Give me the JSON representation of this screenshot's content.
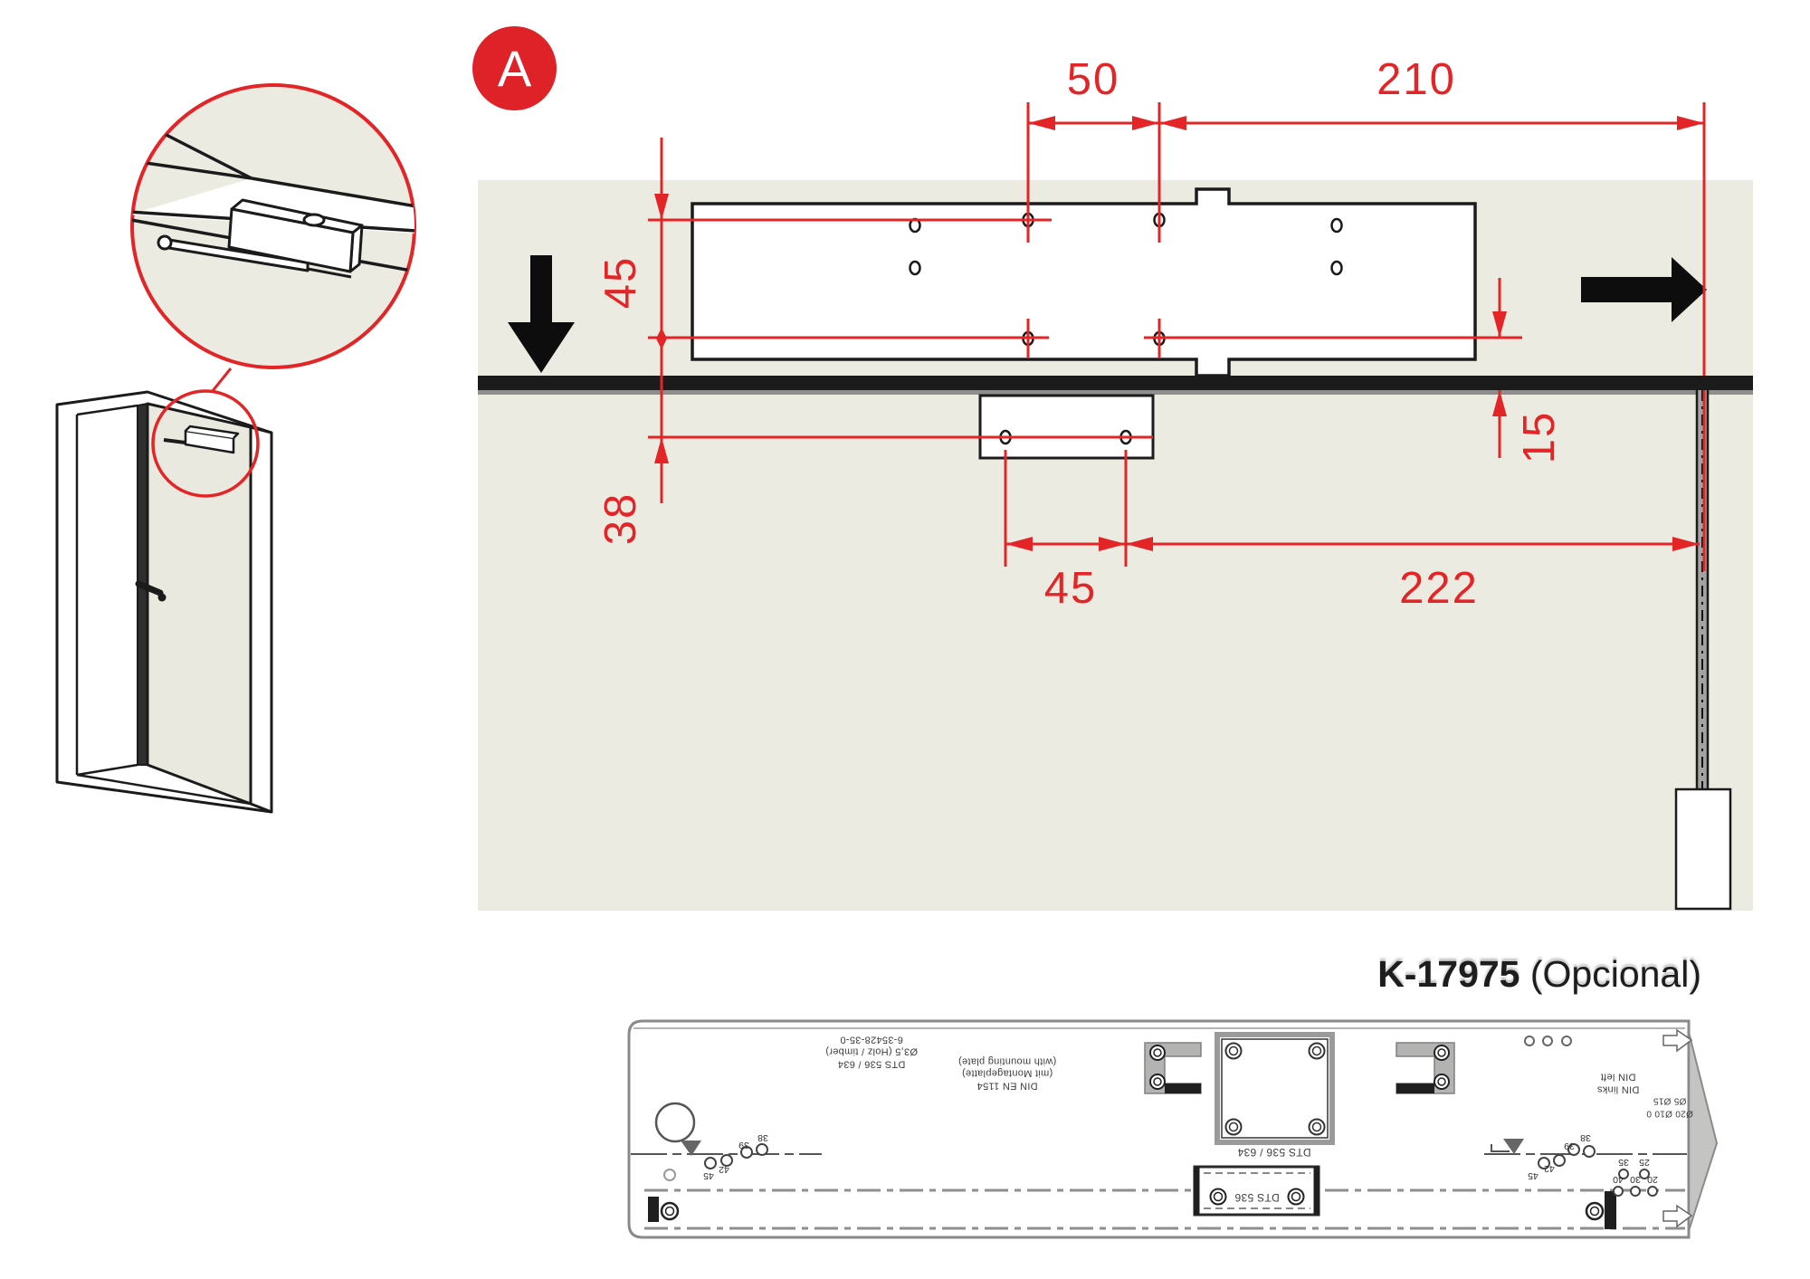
{
  "badge": {
    "label": "A"
  },
  "dimensions": {
    "top_small": "50",
    "top_large": "210",
    "left_upper": "45",
    "left_lower": "38",
    "bottom_small": "45",
    "bottom_large": "222",
    "right_offset": "15"
  },
  "template": {
    "title_bold": "K-17975",
    "title_rest": " (Opcional)",
    "part_block": [
      "DTS 536 / 634",
      "Ø3,5 (Holz / timber)",
      "6-35428-35-0"
    ],
    "din_block": [
      "DIN EN 1154",
      "(mit Montageplatte)",
      "(with mounting plate)"
    ],
    "square_label": "DTS 536 / 634",
    "slot_label": "DTS 536",
    "din_side": [
      "DIN links",
      "DIN left"
    ],
    "scale_block": [
      "Ø20 Ø10 0",
      "Ø5 Ø15"
    ],
    "sizes_left": [
      "38",
      "39",
      "42",
      "45"
    ],
    "sizes_right": [
      "38",
      "39",
      "42",
      "45"
    ],
    "sizes_right_row1": [
      "35",
      "25"
    ],
    "sizes_right_row2": [
      "40",
      "30",
      "20"
    ]
  },
  "colors": {
    "accent_red": "#E42527",
    "panel_beige": "#ECEBE2",
    "line_black": "#1B1B1B",
    "template_gray": "#8A8A8A"
  }
}
